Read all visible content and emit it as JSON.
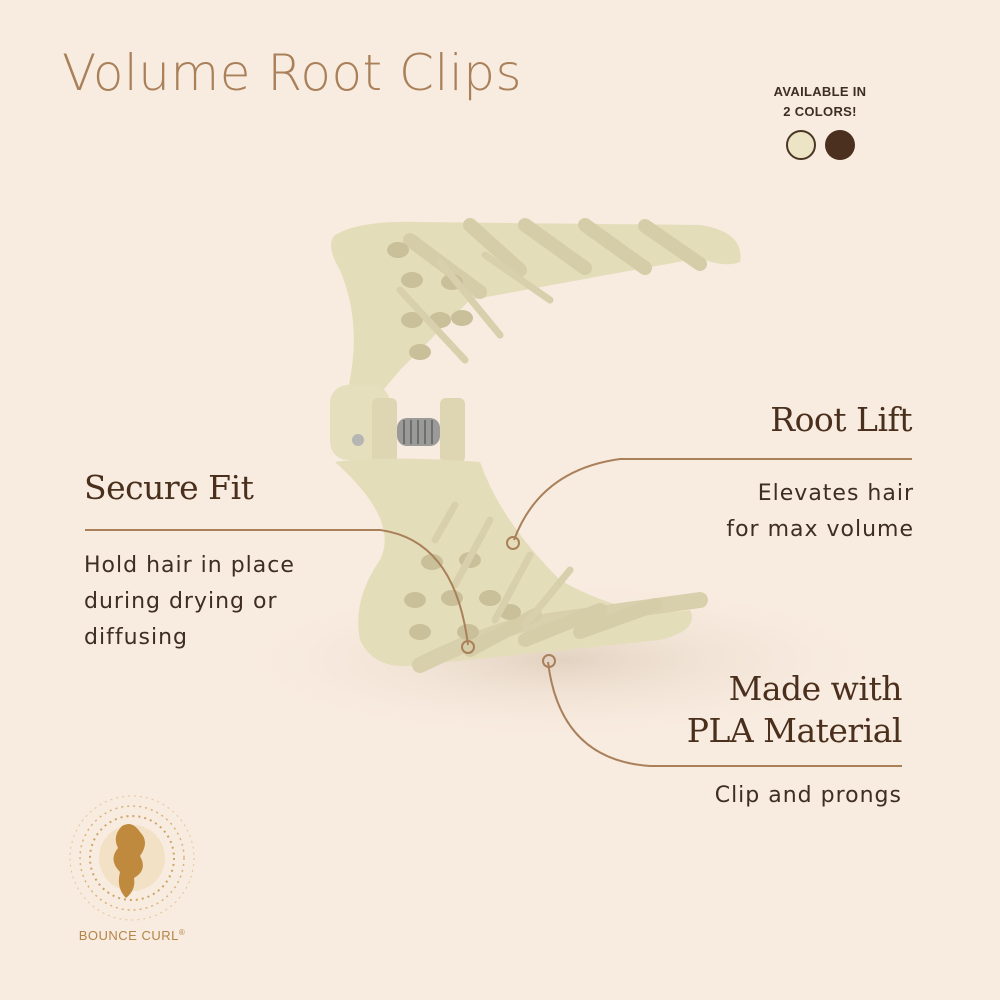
{
  "title": "Volume Root Clips",
  "availability": {
    "line1": "AVAILABLE IN",
    "line2": "2 COLORS!",
    "colors": [
      {
        "name": "cream",
        "hex": "#ece4c4"
      },
      {
        "name": "brown",
        "hex": "#4b2f1f"
      }
    ]
  },
  "features": {
    "secure_fit": {
      "heading": "Secure Fit",
      "lines": [
        "Hold hair in place",
        "during drying or",
        "diffusing"
      ]
    },
    "root_lift": {
      "heading": "Root Lift",
      "lines": [
        "Elevates hair",
        "for max volume"
      ]
    },
    "material": {
      "heading_line1": "Made with",
      "heading_line2": "PLA Material",
      "lines": [
        "Clip and prongs"
      ]
    }
  },
  "brand": {
    "name": "BOUNCE CURL",
    "mark": "®"
  },
  "colors": {
    "background": "#f8ebdf",
    "accent": "#a9805a",
    "heading": "#4a2f1d",
    "clip": "#e6dfbd"
  }
}
